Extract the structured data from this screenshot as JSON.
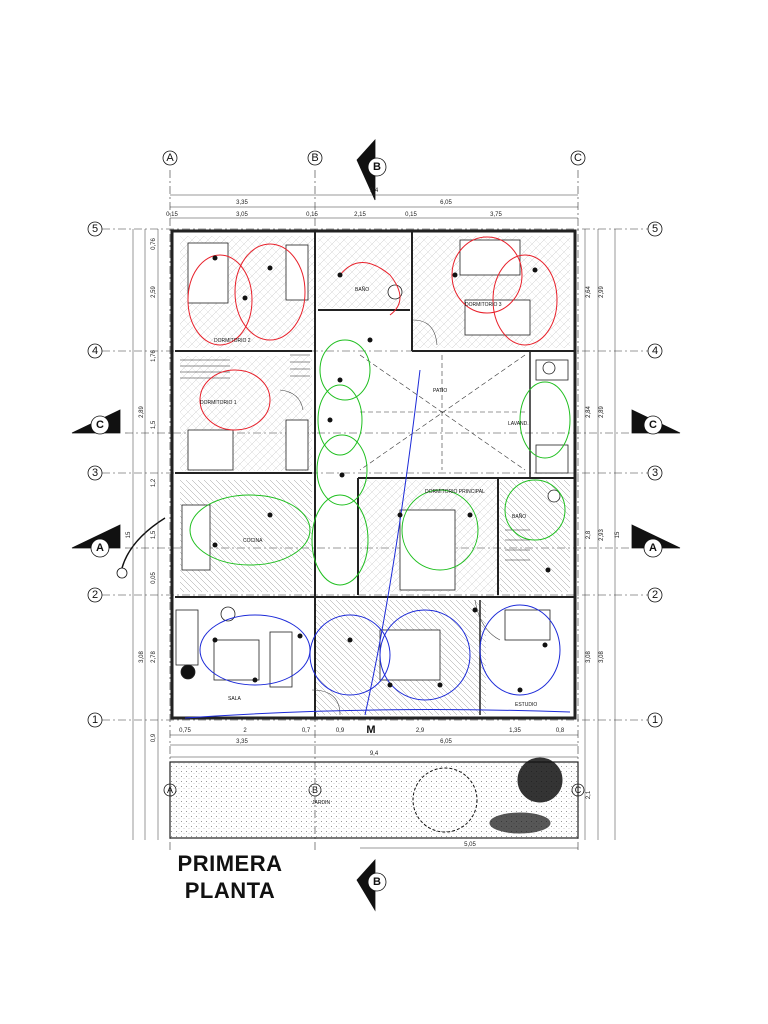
{
  "title": {
    "line1": "PRIMERA",
    "line2": "PLANTA"
  },
  "axes": {
    "vertical": [
      "A",
      "B",
      "C"
    ],
    "horizontal": [
      "1",
      "2",
      "3",
      "4",
      "5"
    ],
    "sections": [
      "A",
      "B",
      "C",
      "M"
    ]
  },
  "dimensions": {
    "top_total": "9,4",
    "top_parts": [
      "3,35",
      "6,05"
    ],
    "top_detail": [
      "0,15",
      "3,05",
      "0,15",
      "2,15",
      "0,15",
      "3,75"
    ],
    "bottom_detail": [
      "0,75",
      "2",
      "0,7",
      "0,9",
      "2,9",
      "1,35",
      "0,8"
    ],
    "bottom_parts": [
      "3,35",
      "6,05"
    ],
    "bottom_total": "9,4",
    "garden_width": "5,05",
    "left_detail": [
      "0,76",
      "2,59",
      "1,76",
      "1,5",
      "2,89",
      "1,2",
      "1,5",
      "0,05",
      "2,78",
      "3,08",
      "0,9"
    ],
    "left_total": "15",
    "right_detail": [
      "2,64",
      "2,99",
      "2,84",
      "2,89",
      "2,8",
      "2,93",
      "3,08",
      "3,08",
      "2,1"
    ],
    "right_total": "15"
  },
  "rooms": {
    "dormitorio2": "DORMITORIO 2",
    "dormitorio3": "DORMITORIO 3",
    "dormitorio1": "DORMITORIO 1",
    "bano": "BAÑO",
    "patio": "PATIO",
    "lavand": "LAVAND.",
    "principal": "DORMITORIO PRINCIPAL",
    "bano2": "BAÑO",
    "cocina": "COCINA",
    "sala": "SALA",
    "estudio": "ESTUDIO",
    "jardin": "JARDIN"
  },
  "colors": {
    "wall": "#222222",
    "red_circuit": "#e8202a",
    "green_circuit": "#1fbf1f",
    "blue_circuit": "#1c2ad8",
    "lamp": "#111111"
  }
}
